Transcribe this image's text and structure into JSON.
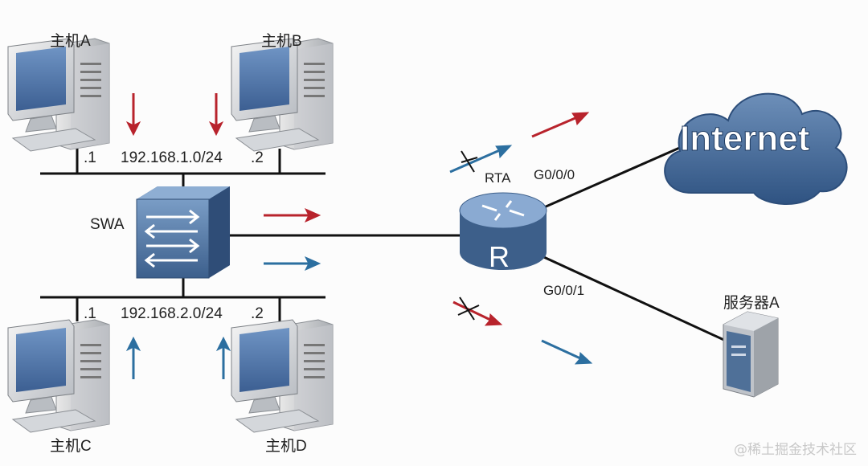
{
  "hosts": [
    {
      "id": "A",
      "label": "主机A",
      "addr": ".1"
    },
    {
      "id": "B",
      "label": "主机B",
      "addr": ".2"
    },
    {
      "id": "C",
      "label": "主机C",
      "addr": ".1"
    },
    {
      "id": "D",
      "label": "主机D",
      "addr": ".2"
    }
  ],
  "subnets": {
    "top": "192.168.1.0/24",
    "bottom": "192.168.2.0/24"
  },
  "switch": {
    "label": "SWA"
  },
  "router": {
    "label": "RTA",
    "glyph": "R"
  },
  "interfaces": {
    "g0": "G0/0/0",
    "g1": "G0/0/1"
  },
  "internet": {
    "label": "Internet"
  },
  "server": {
    "label": "服务器A"
  },
  "watermark": "@稀土掘金技术社区",
  "colors": {
    "red": "#b8232c",
    "blue": "#2c6fa0",
    "device": "#4c6f96",
    "line": "#111111"
  }
}
